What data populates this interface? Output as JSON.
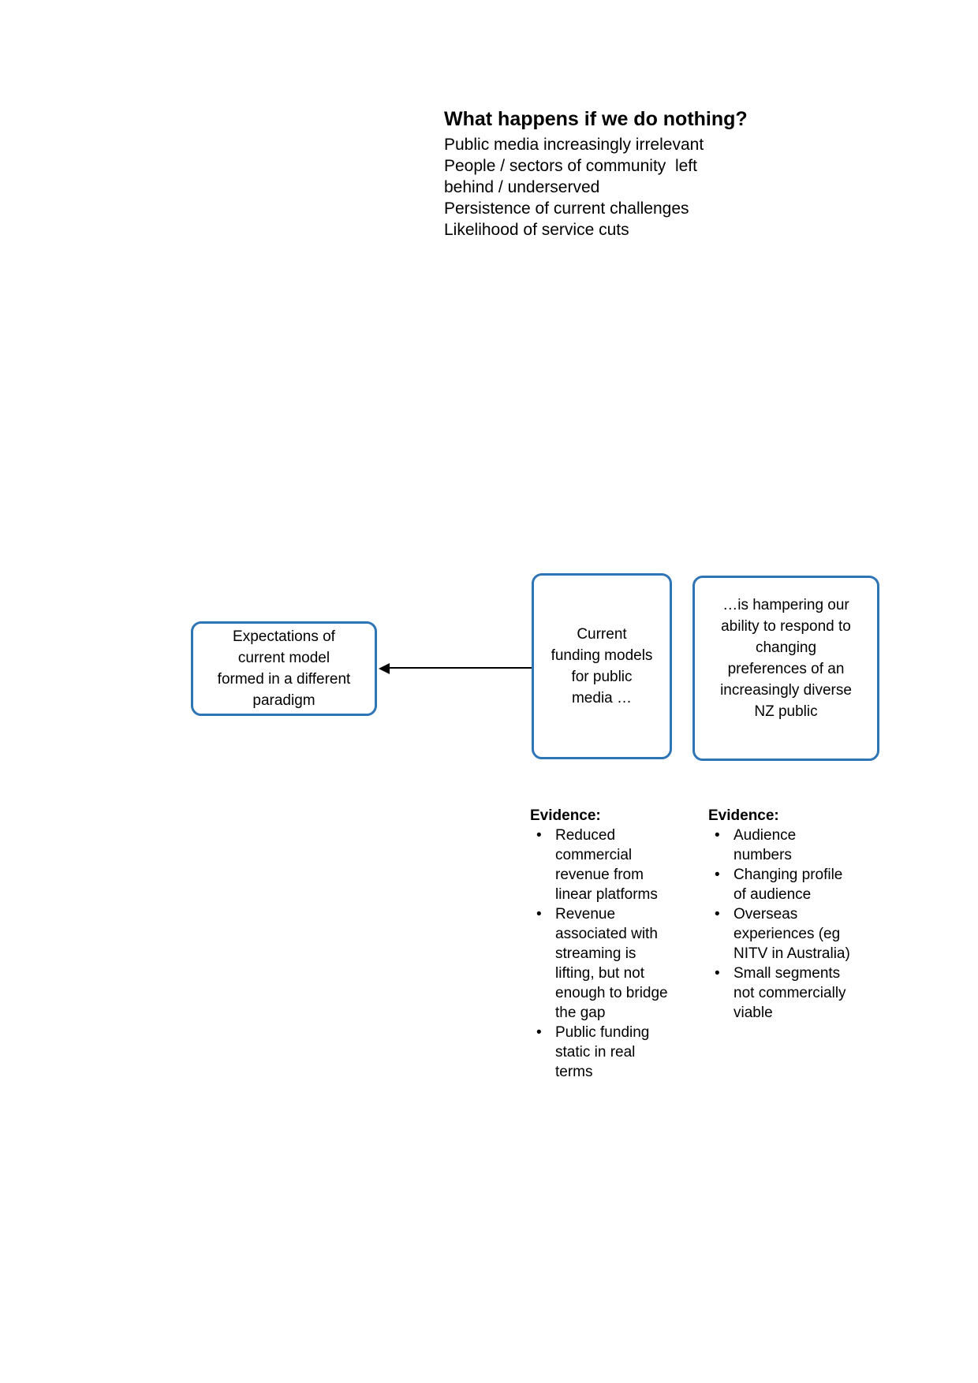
{
  "colors": {
    "accent": "#2E75B6",
    "text": "#000000",
    "background": "#FFFFFF"
  },
  "header": {
    "title": "What happens if we do nothing?",
    "lines": [
      "Public media increasingly irrelevant",
      "People / sectors of community  left",
      "behind / underserved",
      "Persistence of current challenges",
      "Likelihood of service cuts"
    ]
  },
  "diagram": {
    "left_box": {
      "lines": [
        "Expectations of",
        "current model",
        "formed in a different",
        "paradigm"
      ],
      "text": "Expectations of current model formed in a different paradigm"
    },
    "middle_box": {
      "lines": [
        "Current",
        "funding models",
        "for public",
        "media …"
      ],
      "text": "Current funding models for public media …"
    },
    "right_box": {
      "lines": [
        "…is hampering our",
        "ability to respond to",
        "changing",
        "preferences of an",
        "increasingly diverse",
        "NZ public"
      ],
      "text": "…is hampering our ability to respond to changing preferences of an increasingly diverse NZ public"
    },
    "arrow": {
      "direction": "left",
      "from": "middle_box",
      "to": "left_box"
    }
  },
  "evidence_left": {
    "heading": "Evidence:",
    "items": [
      "Reduced commercial revenue from linear platforms",
      "Revenue associated with streaming is lifting, but not enough to bridge the gap",
      "Public funding static in real terms"
    ]
  },
  "evidence_right": {
    "heading": "Evidence:",
    "items": [
      "Audience numbers",
      "Changing profile of audience",
      "Overseas experiences (eg NITV in Australia)",
      "Small segments not commercially viable"
    ]
  }
}
